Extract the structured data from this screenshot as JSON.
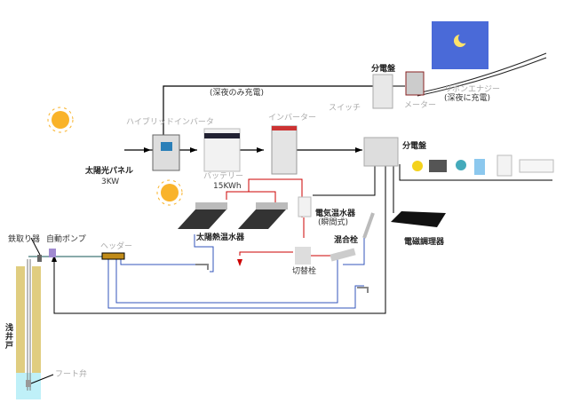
{
  "labels": {
    "solar_panel": "太陽光パネル",
    "solar_panel_kw": "3KW",
    "hybrid_inverter": "ハイブリッドインバータ",
    "late_night_only": "(深夜のみ充電)",
    "battery": "バッテリー",
    "battery_kwh": "15KWh",
    "inverter": "インバーター",
    "switch": "スイッチ",
    "main_board": "分電盤",
    "meter": "メーター",
    "energy": "リボンエナジー",
    "late_night_charge": "(深夜に充電)",
    "sub_board": "分電盤",
    "solar_water_heater": "太陽熱温水器",
    "electric_water_heater": "電気温水器",
    "instant_type": "(瞬間式)",
    "mixing_faucet": "混合栓",
    "switch_valve": "切替栓",
    "induction_cooker": "電磁調理器",
    "iron_remover": "鉄取り器",
    "auto_pump": "自動ポンプ",
    "header": "ヘッダー",
    "shallow_well": "浅井戸",
    "foot_valve": "フート弁"
  },
  "colors": {
    "power": "#000000",
    "hot_water": "#cc0000",
    "cold_water": "#3355bb",
    "sun": "#f5a623",
    "night": "#3b5bd6"
  }
}
